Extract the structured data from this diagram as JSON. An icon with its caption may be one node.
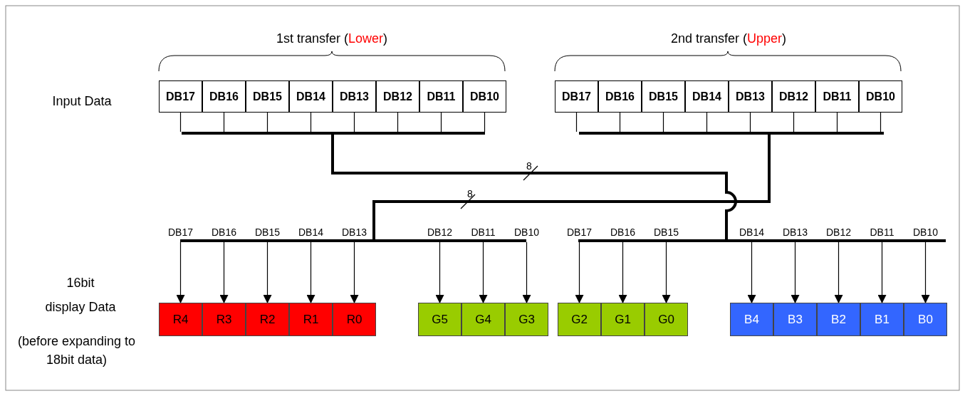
{
  "diagram": {
    "nodes": [
      {
        "text": [
          "DB17"
        ]
      },
      {
        "text": [
          "DB16"
        ]
      },
      {
        "text": [
          "DB15"
        ]
      },
      {
        "text": [
          "DB14"
        ]
      },
      {
        "text": [
          "DB13"
        ]
      },
      {
        "text": [
          "DB12"
        ]
      },
      {
        "text": [
          "DB11"
        ]
      },
      {
        "text": [
          "DB10"
        ]
      },
      {
        "text": [
          "DB17"
        ]
      },
      {
        "text": [
          "DB16"
        ]
      },
      {
        "text": [
          "DB15"
        ]
      },
      {
        "text": [
          "DB14"
        ]
      },
      {
        "text": [
          "DB13"
        ]
      },
      {
        "text": [
          "DB12"
        ]
      },
      {
        "text": [
          "DB11"
        ]
      },
      {
        "text": [
          "DB10"
        ]
      },
      {
        "text": [],
        "shape": "bar"
      },
      {
        "text": [],
        "shape": "bar"
      },
      {
        "text": [],
        "shape": "bar"
      },
      {
        "text": [],
        "shape": "bar"
      },
      {
        "text": [
          "R4"
        ]
      },
      {
        "text": [
          "R3"
        ]
      },
      {
        "text": [
          "R2"
        ]
      },
      {
        "text": [
          "R1"
        ]
      },
      {
        "text": [
          "R0"
        ]
      },
      {
        "text": [
          "G5"
        ]
      },
      {
        "text": [
          "G4"
        ]
      },
      {
        "text": [
          "G3"
        ]
      },
      {
        "text": [
          "G2"
        ]
      },
      {
        "text": [
          "G1"
        ]
      },
      {
        "text": [
          "G0"
        ]
      },
      {
        "text": [
          "B4"
        ]
      },
      {
        "text": [
          "B3"
        ]
      },
      {
        "text": [
          "B2"
        ]
      },
      {
        "text": [
          "B1"
        ]
      },
      {
        "text": [
          "B0"
        ]
      }
    ],
    "edges": [
      {
        "from": 0,
        "to": 16,
        "arrow": "none"
      },
      {
        "from": 1,
        "to": 16,
        "arrow": "none"
      },
      {
        "from": 2,
        "to": 16,
        "arrow": "none"
      },
      {
        "from": 3,
        "to": 16,
        "arrow": "none"
      },
      {
        "from": 4,
        "to": 16,
        "arrow": "none"
      },
      {
        "from": 5,
        "to": 16,
        "arrow": "none"
      },
      {
        "from": 6,
        "to": 16,
        "arrow": "none"
      },
      {
        "from": 7,
        "to": 16,
        "arrow": "none"
      },
      {
        "from": 8,
        "to": 17,
        "arrow": "none"
      },
      {
        "from": 9,
        "to": 17,
        "arrow": "none"
      },
      {
        "from": 10,
        "to": 17,
        "arrow": "none"
      },
      {
        "from": 11,
        "to": 17,
        "arrow": "none"
      },
      {
        "from": 12,
        "to": 17,
        "arrow": "none"
      },
      {
        "from": 13,
        "to": 17,
        "arrow": "none"
      },
      {
        "from": 14,
        "to": 17,
        "arrow": "none"
      },
      {
        "from": 15,
        "to": 17,
        "arrow": "none"
      },
      {
        "from": 16,
        "to": 19,
        "arrow": "none",
        "label": "8",
        "style": "thick"
      },
      {
        "from": 17,
        "to": 18,
        "arrow": "none",
        "label": "8",
        "style": "thick"
      },
      {
        "from": 18,
        "to": 20,
        "arrow": "to",
        "label": "DB17"
      },
      {
        "from": 18,
        "to": 21,
        "arrow": "to",
        "label": "DB16"
      },
      {
        "from": 18,
        "to": 22,
        "arrow": "to",
        "label": "DB15"
      },
      {
        "from": 18,
        "to": 23,
        "arrow": "to",
        "label": "DB14"
      },
      {
        "from": 18,
        "to": 24,
        "arrow": "to",
        "label": "DB13"
      },
      {
        "from": 18,
        "to": 25,
        "arrow": "to",
        "label": "DB12"
      },
      {
        "from": 18,
        "to": 26,
        "arrow": "to",
        "label": "DB11"
      },
      {
        "from": 18,
        "to": 27,
        "arrow": "to",
        "label": "DB10"
      },
      {
        "from": 19,
        "to": 28,
        "arrow": "to",
        "label": "DB17"
      },
      {
        "from": 19,
        "to": 29,
        "arrow": "to",
        "label": "DB16"
      },
      {
        "from": 19,
        "to": 30,
        "arrow": "to",
        "label": "DB15"
      },
      {
        "from": 19,
        "to": 31,
        "arrow": "to",
        "label": "DB14"
      },
      {
        "from": 19,
        "to": 32,
        "arrow": "to",
        "label": "DB13"
      },
      {
        "from": 19,
        "to": 33,
        "arrow": "to",
        "label": "DB12"
      },
      {
        "from": 19,
        "to": 34,
        "arrow": "to",
        "label": "DB11"
      },
      {
        "from": 19,
        "to": 35,
        "arrow": "to",
        "label": "DB10"
      }
    ],
    "labels": [
      "1st transfer (Lower)",
      "2nd transfer (Upper)",
      "Input Data",
      "16bit display Data",
      "(before expanding to 18bit data)"
    ]
  }
}
